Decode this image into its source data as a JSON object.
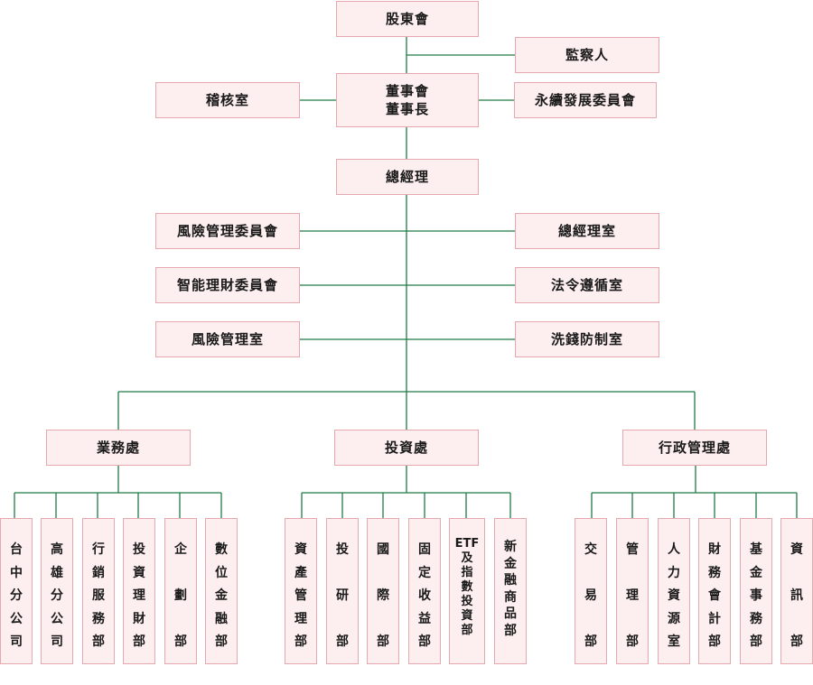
{
  "top": {
    "shareholders": "股東會",
    "supervisor": "監察人",
    "board": "董事會",
    "chairman": "董事長",
    "audit": "稽核室",
    "sustainability": "永續發展委員會",
    "gm": "總經理"
  },
  "staff": {
    "left": [
      "風險管理委員會",
      "智能理財委員會",
      "風險管理室"
    ],
    "right": [
      "總經理室",
      "法令遵循室",
      "洗錢防制室"
    ]
  },
  "divisions": [
    {
      "name": "業務處",
      "departments": [
        {
          "lines": [
            "台",
            "中",
            "分",
            "公",
            "司"
          ]
        },
        {
          "lines": [
            "高",
            "雄",
            "分",
            "公",
            "司"
          ]
        },
        {
          "lines": [
            "行",
            "銷",
            "服",
            "務",
            "部"
          ]
        },
        {
          "lines": [
            "投",
            "資",
            "理",
            "財",
            "部"
          ]
        },
        {
          "lines": [
            "企",
            "劃",
            "部"
          ]
        },
        {
          "lines": [
            "數",
            "位",
            "金",
            "融",
            "部"
          ]
        }
      ]
    },
    {
      "name": "投資處",
      "departments": [
        {
          "lines": [
            "資",
            "產",
            "管",
            "理",
            "部"
          ]
        },
        {
          "lines": [
            "投",
            "研",
            "部"
          ]
        },
        {
          "lines": [
            "國",
            "際",
            "部"
          ]
        },
        {
          "lines": [
            "固",
            "定",
            "收",
            "益",
            "部"
          ]
        },
        {
          "lines": [
            "ETF",
            "及",
            "指",
            "數",
            "投",
            "資",
            "部"
          ]
        },
        {
          "lines": [
            "新",
            "金",
            "融",
            "商",
            "品",
            "部"
          ]
        }
      ]
    },
    {
      "name": "行政管理處",
      "departments": [
        {
          "lines": [
            "交",
            "易",
            "部"
          ]
        },
        {
          "lines": [
            "管",
            "理",
            "部"
          ]
        },
        {
          "lines": [
            "人",
            "力",
            "資",
            "源",
            "室"
          ]
        },
        {
          "lines": [
            "財",
            "務",
            "會",
            "計",
            "部"
          ]
        },
        {
          "lines": [
            "基",
            "金",
            "事",
            "務",
            "部"
          ]
        },
        {
          "lines": [
            "資",
            "訊",
            "部"
          ]
        }
      ]
    }
  ],
  "colors": {
    "line": "#1f7a45",
    "box_fill": "#fdeeef",
    "box_border": "#e6a8ae"
  }
}
